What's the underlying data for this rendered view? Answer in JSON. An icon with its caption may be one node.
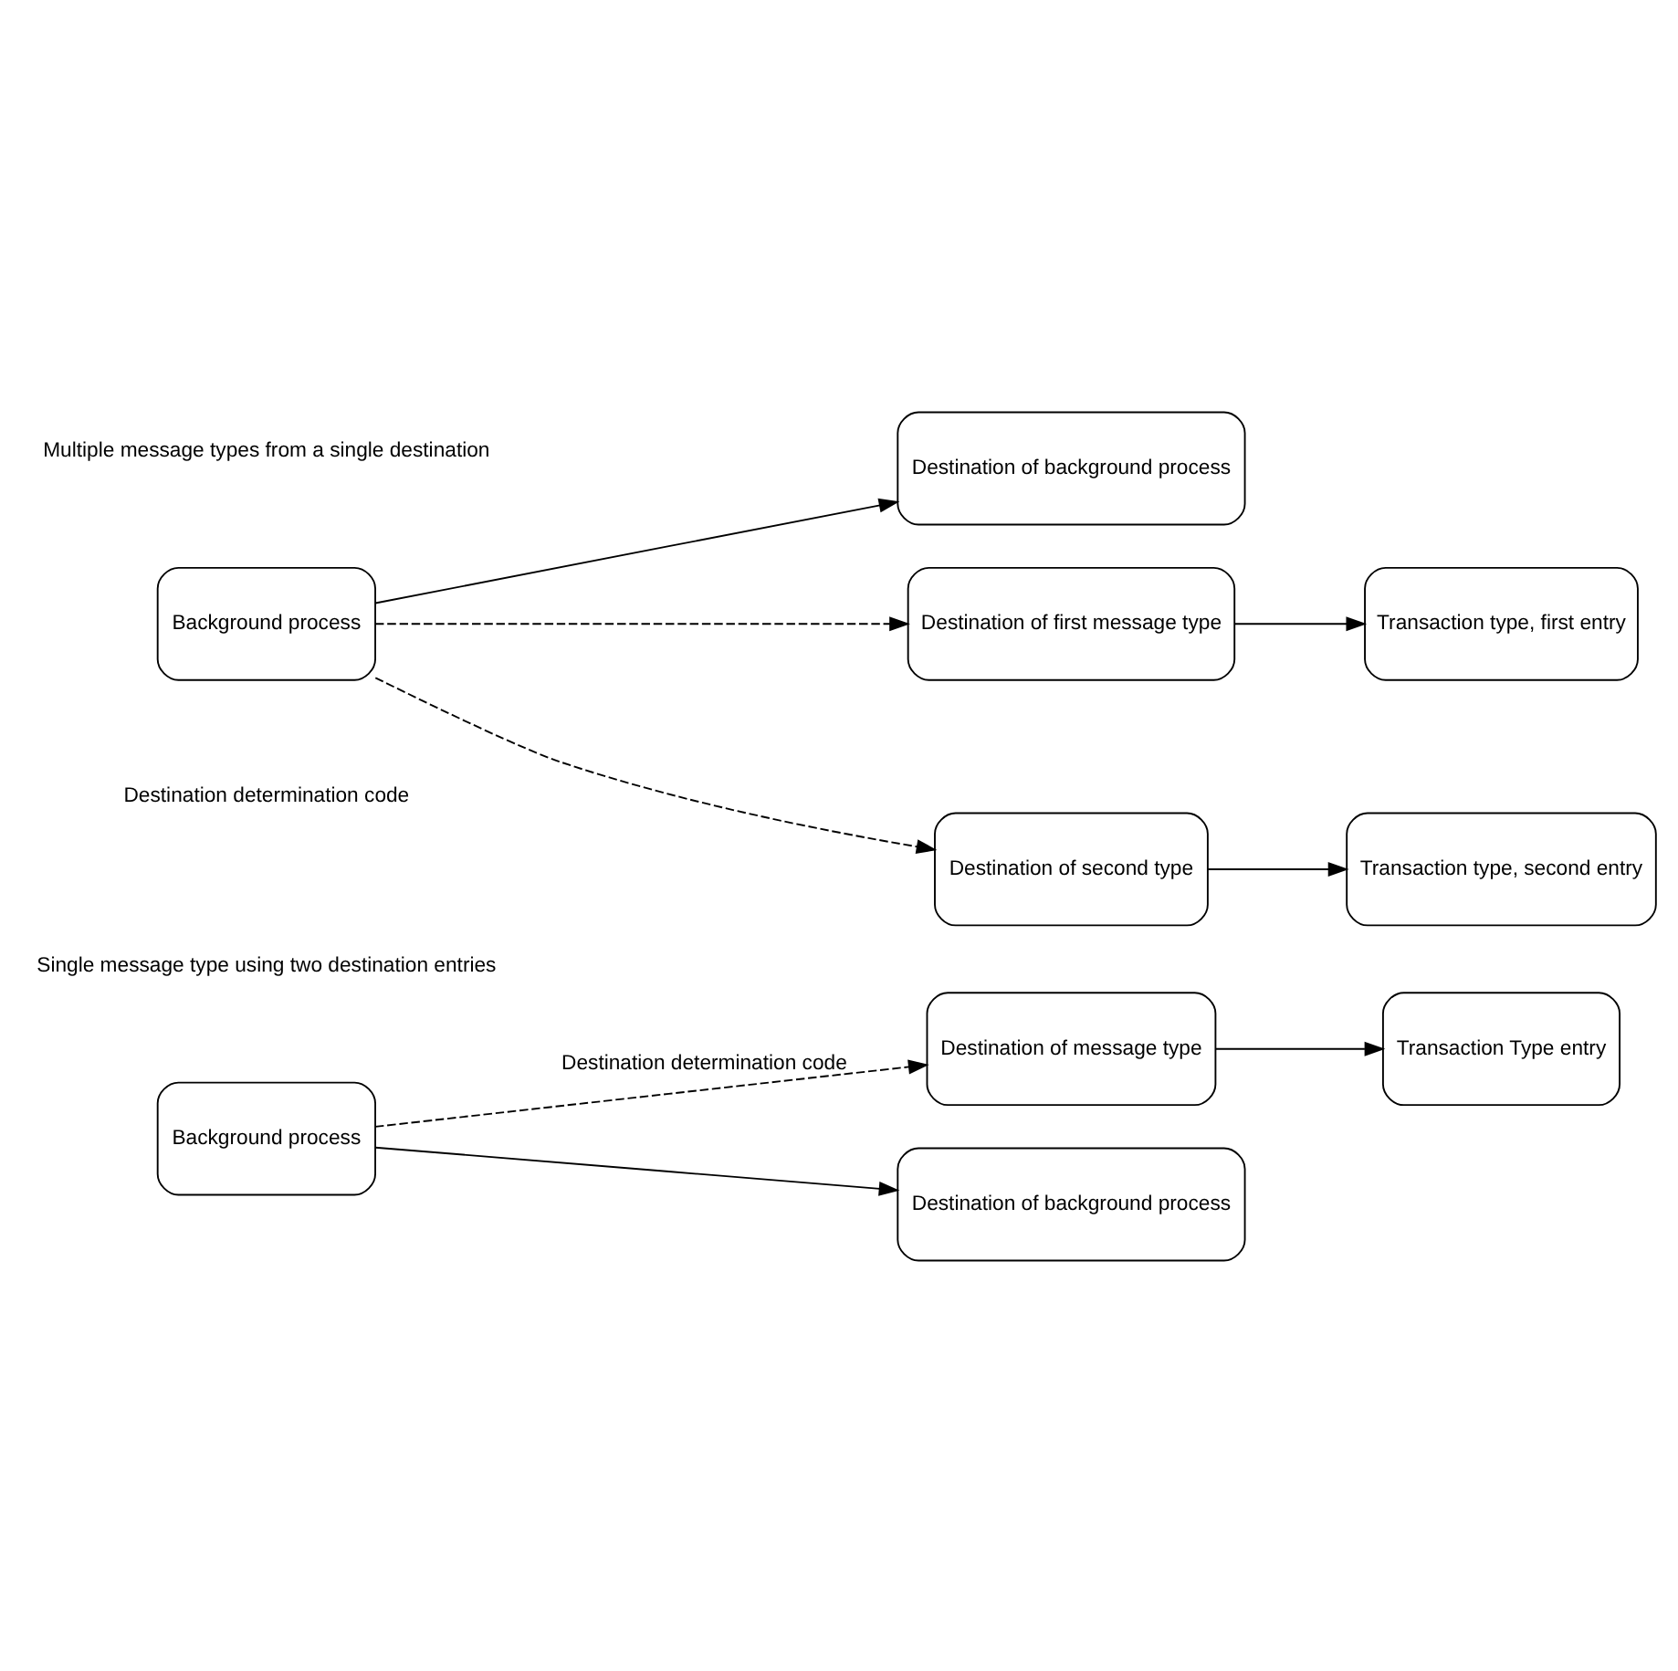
{
  "diagram": {
    "nodes": [
      {
        "text": [
          "Background process"
        ]
      },
      {
        "text": [
          "Destination of background process"
        ]
      },
      {
        "text": [
          "Destination of message type"
        ]
      },
      {
        "text": [
          "Transaction Type entry"
        ]
      },
      {
        "text": [
          "Background process"
        ]
      },
      {
        "text": [
          "Destination of background process"
        ]
      },
      {
        "text": [
          "Destination of first message type"
        ]
      },
      {
        "text": [
          "Transaction type, first entry"
        ]
      },
      {
        "text": [
          "Destination of second type"
        ]
      },
      {
        "text": [
          "Transaction type, second entry"
        ]
      }
    ],
    "edges": [
      {
        "from": 0,
        "to": 1,
        "arrow": "to"
      },
      {
        "from": 0,
        "to": 2,
        "arrow": "to",
        "style": "dashed",
        "label": "Destination determination code"
      },
      {
        "from": 2,
        "to": 3,
        "arrow": "to"
      },
      {
        "from": 4,
        "to": 5,
        "arrow": "to"
      },
      {
        "from": 4,
        "to": 6,
        "arrow": "to",
        "style": "dashed"
      },
      {
        "from": 6,
        "to": 7,
        "arrow": "to"
      },
      {
        "from": 4,
        "to": 8,
        "arrow": "to",
        "style": "dashed"
      },
      {
        "from": 8,
        "to": 9,
        "arrow": "to"
      }
    ],
    "labels": [
      "Single message type using two destination entries",
      "Multiple message types from a single destination",
      "Destination determination code"
    ]
  }
}
